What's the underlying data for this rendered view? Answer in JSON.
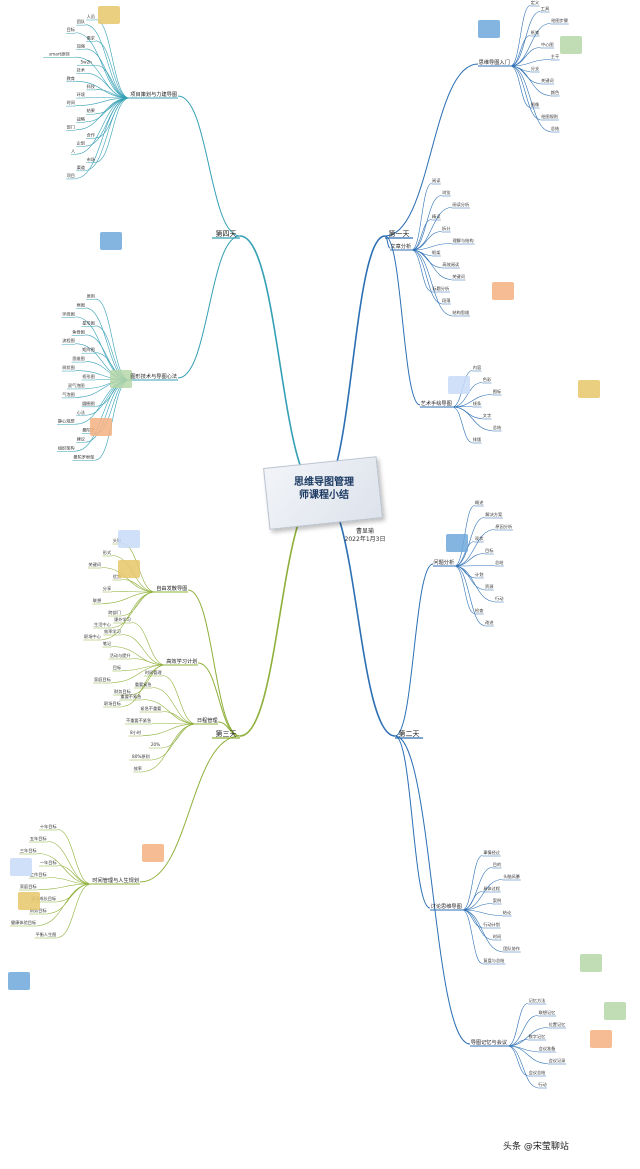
{
  "center": {
    "title_line1": "思维导图管理",
    "title_line2": "师课程小结",
    "author": "曹显瑜",
    "date": "2022年1月3日"
  },
  "watermark": {
    "text": "头条 @宋莹聊站"
  },
  "colors": {
    "day1": "#2c6fb3",
    "day2": "#2c6fb3",
    "day3": "#8fb03a",
    "day4": "#35a0b5",
    "central_card": "#dde3ec"
  },
  "days": [
    {
      "label": "第四天",
      "branches": [
        {
          "label": "项目策划与力建导图",
          "items": [
            "人员",
            "团队",
            "目标",
            "需求",
            "加强",
            "smart原则",
            "5w2h",
            "技术",
            "教育",
            "科技",
            "环境",
            "时间",
            "结果",
            "战略",
            "部门",
            "合作",
            "企划",
            "人",
            "市场",
            "渠道",
            "项目"
          ]
        },
        {
          "label": "图形技术与导图心法",
          "items": [
            "原则",
            "框图",
            "环绕图",
            "星形图",
            "鱼骨图",
            "流程图",
            "矩阵图",
            "思维图",
            "树状图",
            "桥形图",
            "双气泡图",
            "气泡图",
            "圆圈图",
            "心法",
            "静心观想",
            "曼陀罗",
            "建议",
            "组织架构",
            "曼陀罗框架"
          ]
        }
      ]
    },
    {
      "label": "第三天",
      "branches": [
        {
          "label": "自由发散导图",
          "items": [
            "头脑",
            "形式",
            "关键词",
            "优势",
            "分享",
            "联想",
            "跨部门",
            "生活中心",
            "职场中心"
          ]
        },
        {
          "label": "高效学习计划",
          "items": [
            "课外学习",
            "效率学习",
            "笔记",
            "活动与提升",
            "目标",
            "家庭目标",
            "财务目标",
            "职场目标"
          ]
        },
        {
          "label": "日程管理",
          "items": [
            "时间管理",
            "重要紧急",
            "重要不紧急",
            "紧急不重要",
            "不重要不紧急",
            "8小时",
            "20%",
            "80%原则",
            "效率"
          ]
        },
        {
          "label": "时间管理与人生规划",
          "items": [
            "十年目标",
            "五年目标",
            "三年目标",
            "一年目标",
            "工作目标",
            "家庭目标",
            "学习成长目标",
            "财务目标",
            "健康体验目标",
            "平衡人生图"
          ]
        }
      ]
    },
    {
      "label": "第一天",
      "branches": [
        {
          "label": "思维导图入门",
          "items": [
            "定义",
            "工具",
            "绘图步骤",
            "纸笔",
            "中心图",
            "主干",
            "分支",
            "关键词",
            "颜色",
            "图像",
            "绘图规则",
            "总结"
          ]
        },
        {
          "label": "文章分析",
          "items": [
            "阅读",
            "浏览",
            "阅读分析",
            "精读",
            "拆分",
            "理解与结构",
            "框架",
            "高效阅读",
            "关键词",
            "标题分析",
            "段落",
            "结构思维"
          ]
        },
        {
          "label": "艺术手绘导图",
          "items": [
            "内容",
            "色彩",
            "图标",
            "线条",
            "文字",
            "总结",
            "排版"
          ]
        }
      ]
    },
    {
      "label": "第二天",
      "branches": [
        {
          "label": "问题分析",
          "items": [
            "概述",
            "解决方案",
            "原因分析",
            "现状",
            "目标",
            "总结",
            "计划",
            "资源",
            "行动",
            "检查",
            "改进"
          ]
        },
        {
          "label": "讨论思维导图",
          "items": [
            "事情经过",
            "目的",
            "头脑风暴",
            "具体过程",
            "案例",
            "结论",
            "行动计划",
            "时间",
            "团队协作",
            "复盘与总结"
          ]
        },
        {
          "label": "导图记忆与会议",
          "items": [
            "记忆方法",
            "联想记忆",
            "位置记忆",
            "数字记忆",
            "会议准备",
            "会议记录",
            "会议总结",
            "行动"
          ]
        }
      ]
    }
  ]
}
